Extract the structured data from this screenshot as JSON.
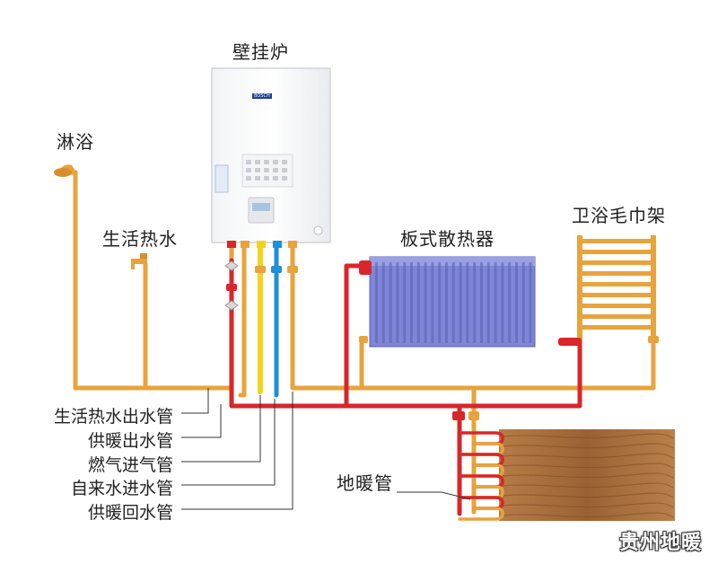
{
  "labels": {
    "boiler": "壁挂炉",
    "shower": "淋浴",
    "hot_water": "生活热水",
    "radiator": "板式散热器",
    "towel_rack": "卫浴毛巾架",
    "floor_heating": "地暖管"
  },
  "legend": [
    "生活热水出水管",
    "供暖出水管",
    "燃气进气管",
    "自来水进水管",
    "供暖回水管"
  ],
  "boiler_brand": "BOSCH",
  "watermark": "贵州地暖",
  "colors": {
    "hot_water_pipe": "#e8a33c",
    "heating_pipe": "#d8262a",
    "gas_pipe": "#f2d31b",
    "cold_water_pipe": "#1f8fd8",
    "radiator_fill": "#7f86d6",
    "wood": "#a86d3d"
  }
}
